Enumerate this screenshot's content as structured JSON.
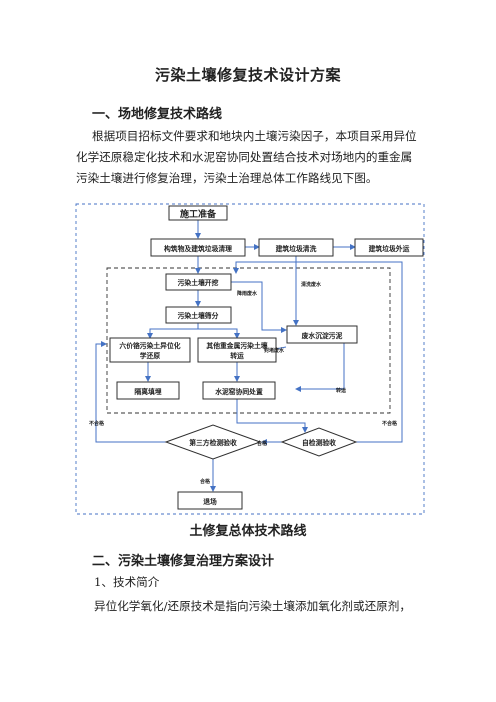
{
  "doc": {
    "title": "污染土壤修复技术设计方案",
    "section1_heading": "一、场地修复技术路线",
    "paragraph1_lines": [
      "根据项目招标文件要求和地块内土壤污染因子，本项目采用异位",
      "化学还原稳定化技术和水泥窑协同处置结合技术对场地内的重金属",
      "污染土壤进行修复治理，污染土治理总体工作路线见下图。"
    ],
    "figure_caption": "土修复总体技术路线",
    "section2_heading": "二、污染土壤修复治理方案设计",
    "subsection": "1、技术简介",
    "paragraph2_line1": "异位化学氧化/还原技术是指向污染土壤添加氧化剂或还原剂，"
  },
  "flowchart": {
    "nodes": {
      "prep": "施工准备",
      "clear": "构筑物及建筑垃圾清理",
      "wash": "建筑垃圾清洗",
      "export": "建筑垃圾外运",
      "dig": "污染土壤开挖",
      "screen": "污染土壤筛分",
      "cr_line1": "六价铬污染土异位化",
      "cr_line2": "学还原",
      "other_line1": "其他重金属污染土壤",
      "other_line2": "转运",
      "sediment": "废水沉淀污泥",
      "isolate": "隔离填埋",
      "kiln": "水泥窑协同处置",
      "third": "第三方检测验收",
      "self": "自检测验收",
      "exit": "退场"
    },
    "labels": {
      "rain_water": "降雨废水",
      "wash_water": "清洗废水",
      "seal": "封堵废水",
      "transfer": "转运",
      "fail_left": "不合格",
      "fail_right": "不合格",
      "pass_mid": "合格",
      "pass_down": "合格"
    },
    "colors": {
      "line": "#4472c4",
      "box_border": "#2f2f2f",
      "dash": "#333333"
    }
  }
}
